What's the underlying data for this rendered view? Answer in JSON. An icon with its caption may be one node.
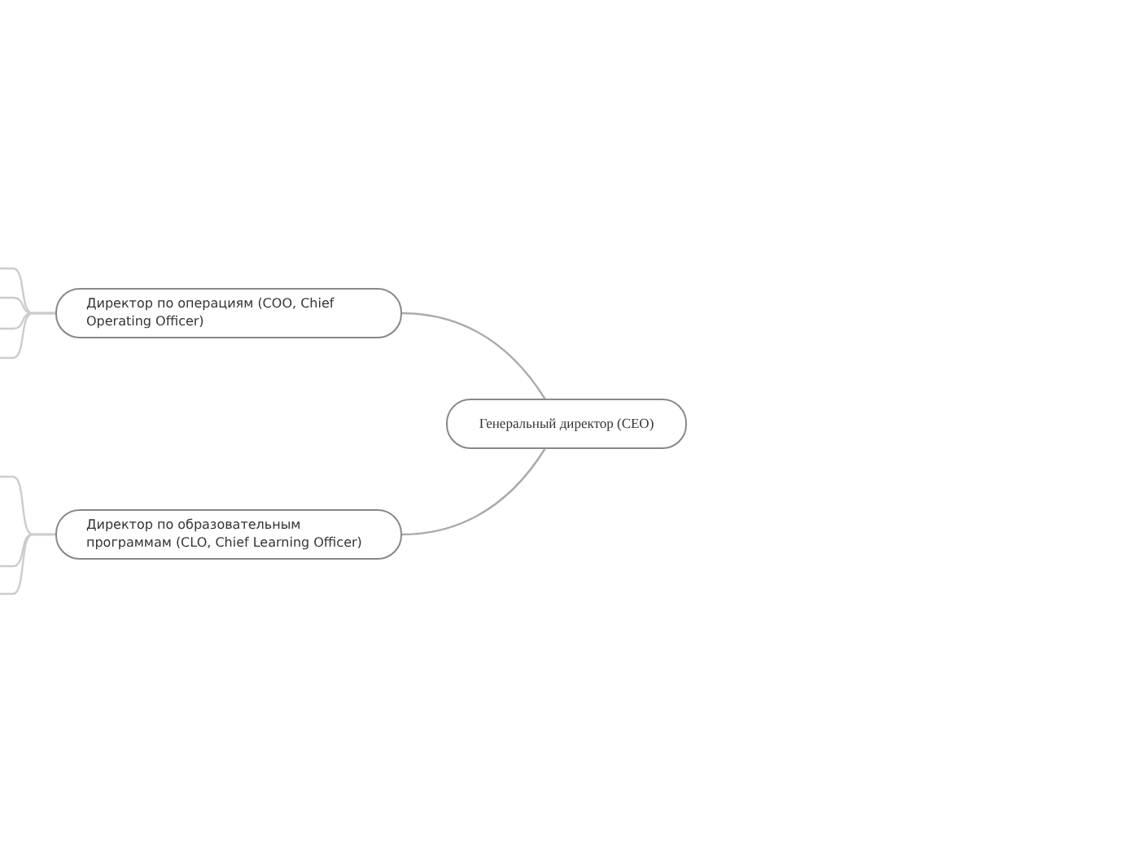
{
  "diagram": {
    "nodes": [
      {
        "text": [
          "Генеральный директор (CEO)"
        ]
      },
      {
        "text": [
          "Директор по операциям (COO, Chief Operating Officer)"
        ]
      },
      {
        "text": [
          "Директор по образовательным программам (CLO, Chief Learning Officer)"
        ]
      }
    ],
    "edges": [
      {
        "from": 0,
        "to": 1,
        "arrow": "none"
      },
      {
        "from": 0,
        "to": 2,
        "arrow": "none"
      },
      {
        "from": 1,
        "to": null,
        "arrow": "none"
      },
      {
        "from": 1,
        "to": null,
        "arrow": "none"
      },
      {
        "from": 1,
        "to": null,
        "arrow": "none"
      },
      {
        "from": 1,
        "to": null,
        "arrow": "none"
      },
      {
        "from": 2,
        "to": null,
        "arrow": "none"
      },
      {
        "from": 2,
        "to": null,
        "arrow": "none"
      },
      {
        "from": 2,
        "to": null,
        "arrow": "none"
      }
    ]
  }
}
